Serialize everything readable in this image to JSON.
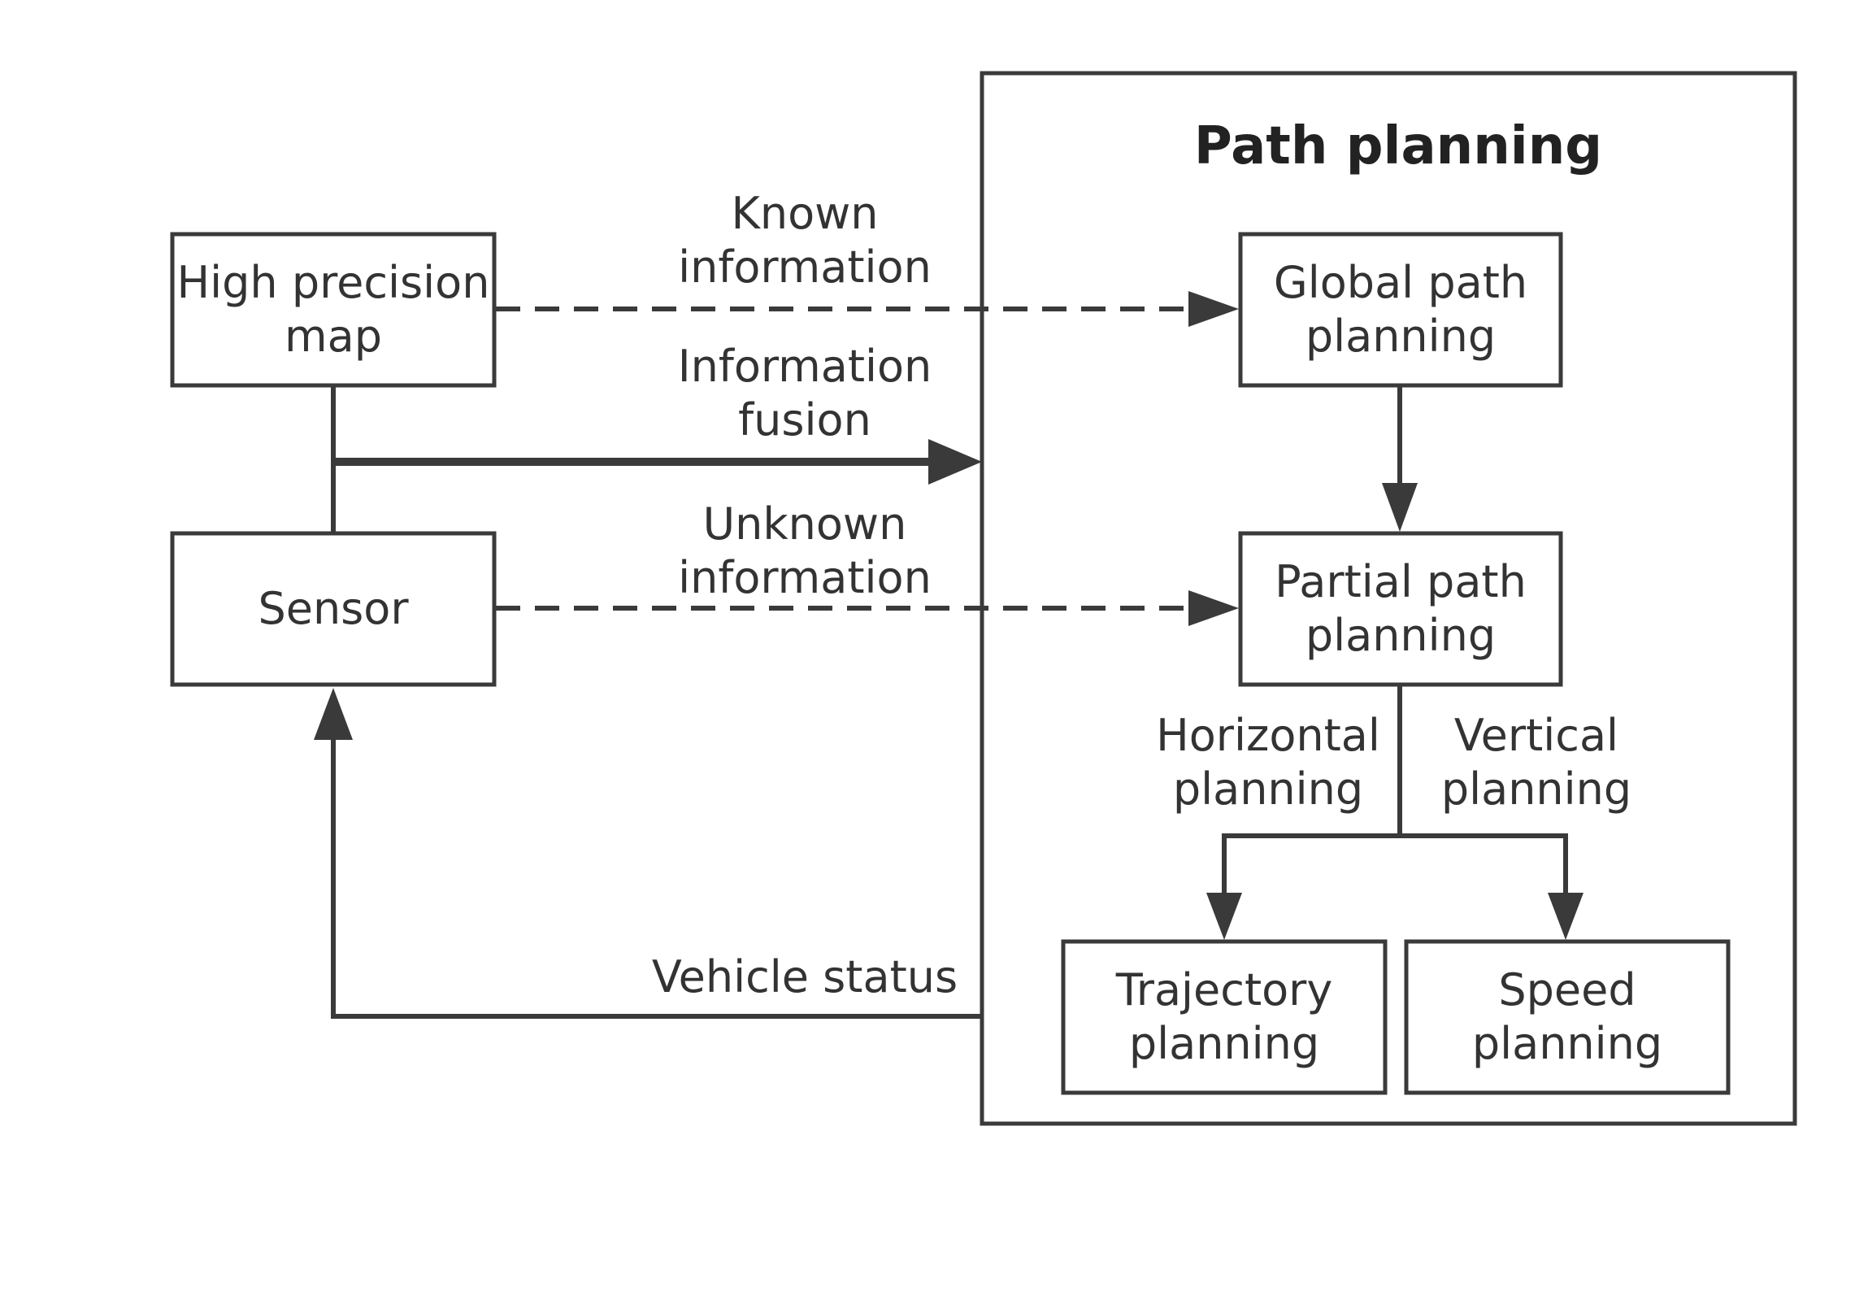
{
  "colors": {
    "stroke": "#3a3a3a",
    "text": "#333333",
    "background": "#ffffff"
  },
  "panel": {
    "title": "Path planning"
  },
  "nodes": {
    "map": "High precision\nmap",
    "sensor": "Sensor",
    "global": "Global path\nplanning",
    "partial": "Partial path\nplanning",
    "trajectory": "Trajectory\nplanning",
    "speed": "Speed\nplanning"
  },
  "edges": {
    "known": "Known\ninformation",
    "fusion": "Information\nfusion",
    "unknown": "Unknown\ninformation",
    "horizontal": "Horizontal\nplanning",
    "vertical": "Vertical\nplanning",
    "vehicle": "Vehicle status"
  }
}
